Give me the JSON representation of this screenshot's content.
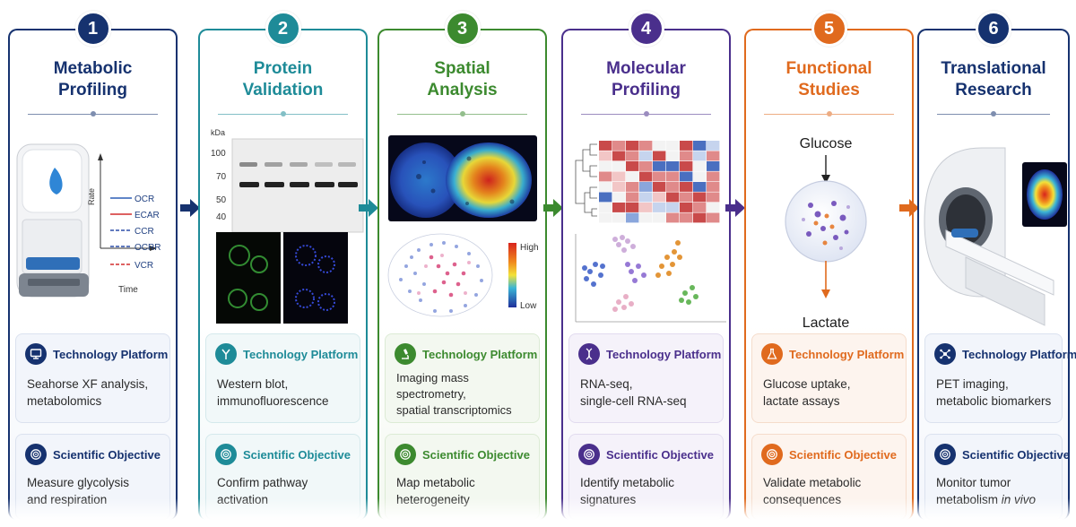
{
  "tp_label": "Technology Platform",
  "so_label": "Scientific Objective",
  "columns": [
    {
      "n": "1",
      "title1": "Metabolic",
      "title2": "Profiling",
      "color": "#16326f",
      "bg": "#f2f5fb",
      "tp1": "Seahorse XF analysis,",
      "tp2": "metabolomics",
      "tp3": "",
      "so1": "Measure glycolysis",
      "so2": "and respiration",
      "icons": {
        "tp": "monitor-icon",
        "so": "target-icon"
      }
    },
    {
      "n": "2",
      "title1": "Protein",
      "title2": "Validation",
      "color": "#1e8b98",
      "bg": "#f1f8f9",
      "tp1": "Western blot,",
      "tp2": "immunofluorescence",
      "tp3": "",
      "so1": "Confirm pathway",
      "so2": "activation",
      "icons": {
        "tp": "antibody-icon",
        "so": "target-icon"
      }
    },
    {
      "n": "3",
      "title1": "Spatial",
      "title2": "Analysis",
      "color": "#3c8a2f",
      "bg": "#f3f8f0",
      "tp1": "Imaging mass",
      "tp2": "spectrometry,",
      "tp3": "spatial transcriptomics",
      "so1": "Map metabolic",
      "so2": "heterogeneity",
      "icons": {
        "tp": "microscope-icon",
        "so": "target-icon"
      }
    },
    {
      "n": "4",
      "title1": "Molecular",
      "title2": "Profiling",
      "color": "#4a2f8c",
      "bg": "#f5f2fa",
      "tp1": "RNA-seq,",
      "tp2": "single-cell RNA-seq",
      "tp3": "",
      "so1": "Identify metabolic",
      "so2": "signatures",
      "icons": {
        "tp": "dna-icon",
        "so": "target-icon"
      }
    },
    {
      "n": "5",
      "title1": "Functional",
      "title2": "Studies",
      "color": "#e06a1e",
      "bg": "#fdf4ee",
      "tp1": "Glucose uptake,",
      "tp2": "lactate assays",
      "tp3": "",
      "so1": "Validate metabolic",
      "so2": "consequences",
      "icons": {
        "tp": "flask-icon",
        "so": "target-icon"
      }
    },
    {
      "n": "6",
      "title1": "Translational",
      "title2": "Research",
      "color": "#16326f",
      "bg": "#f2f5fb",
      "tp1": "PET imaging,",
      "tp2": "metabolic biomarkers",
      "tp3": "",
      "so1": "Monitor tumor",
      "so2": "metabolism ",
      "so2_em": "in vivo",
      "icons": {
        "tp": "network-icon",
        "so": "target-icon"
      }
    }
  ],
  "panel1": {
    "legend": [
      "OCR",
      "ECAR",
      "CCR",
      "OCRR",
      "VCR"
    ],
    "ylabel": "Rate",
    "xlabel": "Time",
    "legend_colors": [
      "#2b5fb5",
      "#d22d2d",
      "#2b4fa8",
      "#2b4fa8",
      "#d22d2d"
    ]
  },
  "panel2": {
    "unit": "kDa",
    "markers": [
      "100",
      "70",
      "50",
      "40"
    ]
  },
  "panel3": {
    "high": "High",
    "low": "Low"
  },
  "panel5": {
    "top": "Glucose",
    "bottom": "Lactate"
  }
}
